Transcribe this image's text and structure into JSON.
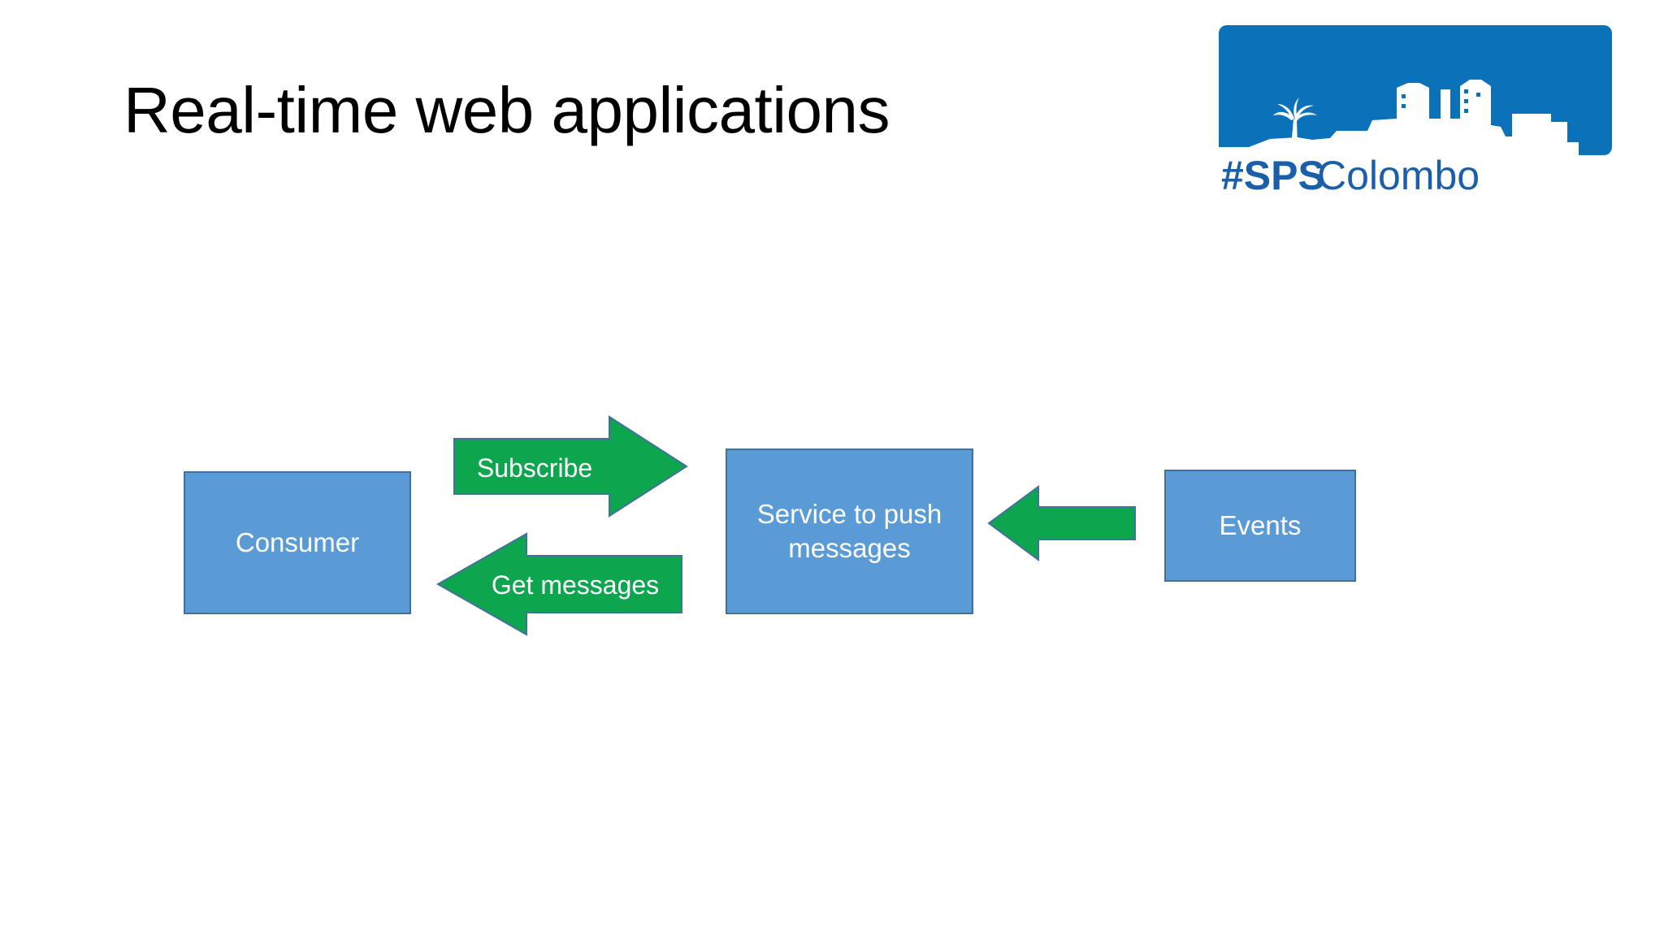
{
  "slide": {
    "title": "Real-time web applications",
    "background_color": "#FFFFFF",
    "title_color": "#000000"
  },
  "logo": {
    "name": "sps-colombo-logo",
    "hash_text": "#SPS",
    "word_text": "Colombo",
    "brand_color": "#0B72B9",
    "skyline_color": "#FFFFFF",
    "alt": "#SPSColombo"
  },
  "diagram": {
    "type": "flow",
    "node_fill": "#5B9BD5",
    "node_stroke": "#41719C",
    "arrow_fill": "#0DA64F",
    "arrow_stroke": "#41719C",
    "node_text_color": "#FFFFFF",
    "nodes": [
      {
        "id": "consumer",
        "label": "Consumer"
      },
      {
        "id": "service",
        "label_line1": "Service to push",
        "label_line2": "messages"
      },
      {
        "id": "events",
        "label": "Events"
      }
    ],
    "arrows": [
      {
        "id": "subscribe",
        "label": "Subscribe",
        "direction": "right",
        "from": "consumer",
        "to": "service"
      },
      {
        "id": "get-messages",
        "label": "Get messages",
        "direction": "left",
        "from": "service",
        "to": "consumer"
      },
      {
        "id": "events-feed",
        "label": "",
        "direction": "left",
        "from": "events",
        "to": "service"
      }
    ]
  }
}
